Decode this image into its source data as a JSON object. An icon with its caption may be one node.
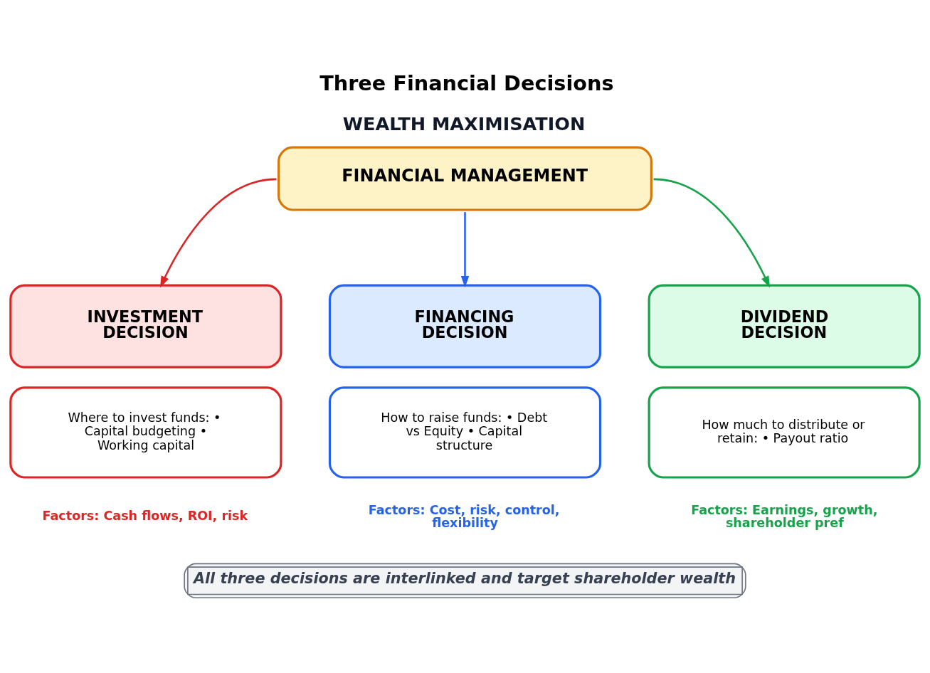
{
  "diagram": {
    "title": "Three Financial Decisions",
    "nodes": [
      {
        "text": [
          "WEALTH MAXIMISATION",
          "FINANCIAL MANAGEMENT"
        ]
      },
      {
        "text": [
          "INVESTMENT DECISION"
        ]
      },
      {
        "text": [
          "FINANCING DECISION"
        ]
      },
      {
        "text": [
          "DIVIDEND DECISION"
        ]
      },
      {
        "text": [
          "Where to invest funds: • Capital budgeting • Working capital"
        ],
        "beside": [
          "Factors: Cash flows, ROI, risk"
        ]
      },
      {
        "text": [
          "How to raise funds: • Debt vs Equity • Capital structure"
        ],
        "beside": [
          "Factors: Cost, risk, control, flexibility"
        ]
      },
      {
        "text": [
          "How much to distribute or retain: • Payout ratio"
        ],
        "beside": [
          "Factors: Earnings, growth, shareholder pref"
        ]
      }
    ],
    "edges": [
      {
        "from": 0,
        "to": 1,
        "arrow": "to",
        "color": "#dc2626"
      },
      {
        "from": 0,
        "to": 2,
        "arrow": "to",
        "color": "#2563eb"
      },
      {
        "from": 0,
        "to": 3,
        "arrow": "to",
        "color": "#16a34a"
      }
    ],
    "labels": [
      "All three decisions are interlinked and target shareholder wealth"
    ]
  }
}
